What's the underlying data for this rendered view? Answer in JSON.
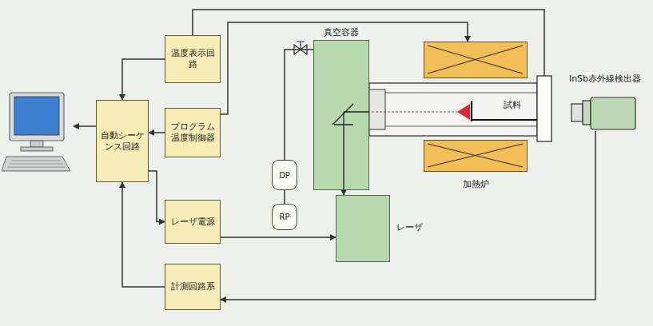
{
  "diagram": {
    "nodes": [
      {
        "text": [
          "温度表示回路"
        ]
      },
      {
        "text": [
          "自動シーケンス回路"
        ]
      },
      {
        "text": [
          "プログラム温度制御器"
        ]
      },
      {
        "text": [
          "レーザ電源"
        ]
      },
      {
        "text": [
          "計測回路系"
        ]
      },
      {
        "text": [
          "DP"
        ]
      },
      {
        "text": [
          "RP"
        ]
      },
      {
        "text": [
          "真空容器"
        ]
      },
      {
        "text": [
          "レーザ"
        ]
      },
      {
        "text": [
          "加熱炉"
        ]
      },
      {
        "text": [
          "InSb赤外線検出器"
        ]
      }
    ],
    "edges": [
      {
        "from": 0,
        "to": 1,
        "arrow": "to"
      },
      {
        "from": 2,
        "to": 1,
        "arrow": "to"
      },
      {
        "from": 2,
        "to": 9,
        "arrow": "to"
      },
      {
        "from": 1,
        "to": 3,
        "arrow": "to"
      },
      {
        "from": 3,
        "to": 8,
        "arrow": "to"
      },
      {
        "from": 4,
        "to": 1,
        "arrow": "to"
      },
      {
        "from": 10,
        "to": 4,
        "arrow": "to"
      },
      {
        "from": 5,
        "to": 6,
        "arrow": "none"
      },
      {
        "from": 5,
        "to": 7,
        "arrow": "none"
      },
      {
        "from": 7,
        "to": 8,
        "arrow": "to"
      }
    ],
    "labels": [
      "試料"
    ]
  }
}
